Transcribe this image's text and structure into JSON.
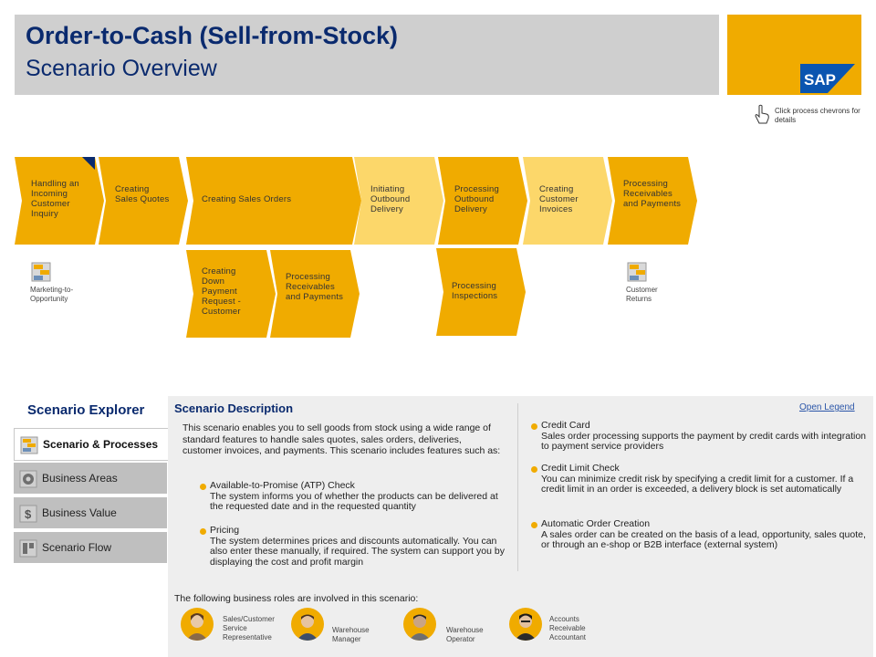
{
  "header": {
    "title": "Order-to-Cash (Sell-from-Stock)",
    "subtitle": "Scenario Overview",
    "logo_text": "SAP",
    "hint": "Click process chevrons for details"
  },
  "colors": {
    "gold": "#f0ab00",
    "gold_light": "#fcd76a",
    "header_gray": "#cfcfcf",
    "title_blue": "#0a2a6e"
  },
  "chevrons": [
    {
      "label": "Handling an Incoming Customer Inquiry"
    },
    {
      "label": "Creating Sales Quotes"
    },
    {
      "label": "Creating Sales Orders"
    },
    {
      "label": "Initiating Outbound Delivery"
    },
    {
      "label": "Processing Outbound Delivery"
    },
    {
      "label": "Creating Customer Invoices"
    },
    {
      "label": "Processing Receivables and Payments"
    },
    {
      "label": "Creating Down Payment Request - Customer"
    },
    {
      "label": "Processing Receivables and Payments"
    },
    {
      "label": "Processing Inspections"
    }
  ],
  "linked_scenarios": [
    {
      "label": "Marketing-to-Opportunity"
    },
    {
      "label": "Customer Returns"
    }
  ],
  "explorer": {
    "title": "Scenario Explorer",
    "items": [
      {
        "label": "Scenario & Processes",
        "icon": "scenario-processes-icon"
      },
      {
        "label": "Business Areas",
        "icon": "gear-icon"
      },
      {
        "label": "Business Value",
        "icon": "dollar-icon"
      },
      {
        "label": "Scenario Flow",
        "icon": "flow-icon"
      }
    ]
  },
  "description": {
    "title": "Scenario Description",
    "open_legend": "Open Legend",
    "intro": "This scenario enables you to sell goods from stock using a wide range of standard features to handle sales quotes, sales orders, deliveries, customer invoices, and payments. This scenario includes features such as:",
    "features_left": [
      {
        "title": "Available-to-Promise (ATP) Check",
        "text": "The system informs you of whether the products can be delivered at the requested date and in the requested quantity"
      },
      {
        "title": "Pricing",
        "text": "The system determines prices and discounts automatically. You can also enter these manually, if required. The system can support you by displaying the cost and profit margin"
      }
    ],
    "features_right": [
      {
        "title": "Credit Card",
        "text": "Sales order processing supports the payment by credit cards with integration to payment service providers"
      },
      {
        "title": "Credit Limit Check",
        "text": "You can minimize credit risk by specifying a credit limit for a customer. If a credit limit in an order is exceeded, a delivery block is set automatically"
      },
      {
        "title": "Automatic Order Creation",
        "text": "A sales order can be created on the basis of a lead, opportunity, sales quote, or through an e-shop or B2B interface (external system)"
      }
    ],
    "roles_title": "The following business roles are involved in this scenario:",
    "roles": [
      {
        "label": "Sales/Customer Service Representative"
      },
      {
        "label": "Warehouse Manager"
      },
      {
        "label": "Warehouse Operator"
      },
      {
        "label": "Accounts Receivable Accountant"
      }
    ]
  }
}
